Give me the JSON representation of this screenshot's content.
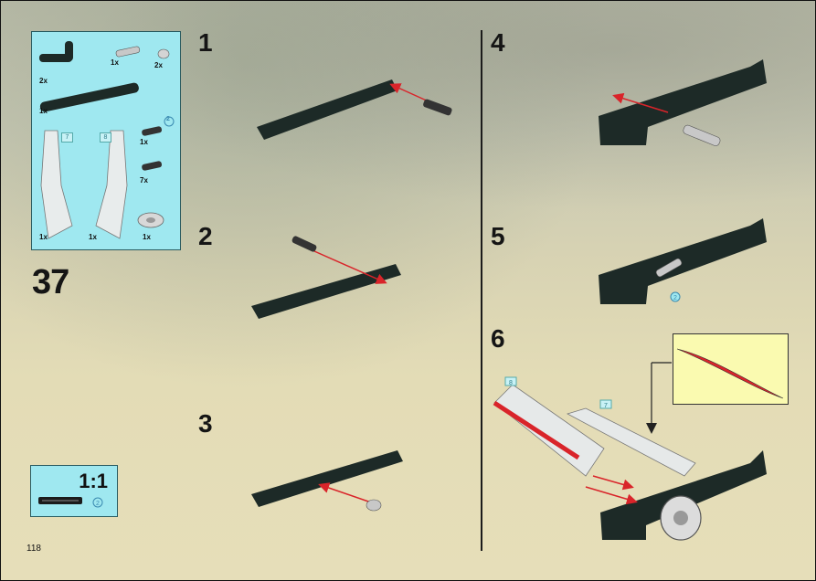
{
  "page_number": "37",
  "folio": "118",
  "parts_list": {
    "quantities": [
      "2x",
      "1x",
      "2x",
      "1x",
      "1x",
      "7x",
      "1x",
      "1x",
      "1x"
    ],
    "tags": [
      "7",
      "8"
    ],
    "circle_ref": "2"
  },
  "steps": [
    {
      "label": "1"
    },
    {
      "label": "2"
    },
    {
      "label": "3"
    },
    {
      "label": "4"
    },
    {
      "label": "5"
    },
    {
      "label": "6"
    }
  ],
  "step5_ref": "2",
  "step6_tags": [
    "8",
    "7"
  ],
  "scale_box": {
    "ratio": "1:1",
    "ref": "2"
  },
  "colors": {
    "panel": "#9fe8f0",
    "beam": "#1d2a27",
    "arrow": "#d9242a",
    "callout": "#fafab0"
  }
}
